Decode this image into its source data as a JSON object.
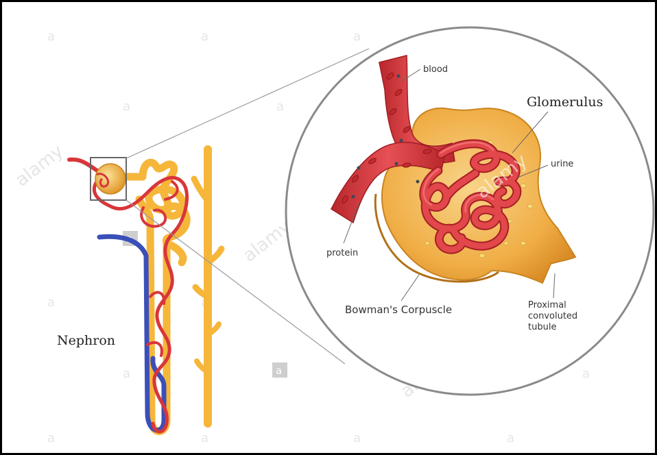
{
  "diagram": {
    "labels": {
      "nephron": "Nephron",
      "blood": "blood",
      "glomerulus": "Glomerulus",
      "urine": "urine",
      "protein": "protein",
      "bowmans_corpuscle": "Bowman's Corpuscle",
      "proximal_line1": "Proximal",
      "proximal_line2": "convoluted",
      "proximal_line3": "tubule"
    },
    "watermark": {
      "brand": "alamy",
      "badge": "a"
    },
    "colors": {
      "vessel_red": "#d8363a",
      "vessel_blue": "#3b4fb8",
      "tubule_yellow": "#f5b63a",
      "capsule_orange": "#f2b04a",
      "circle_stroke": "#8a8a8a"
    }
  }
}
